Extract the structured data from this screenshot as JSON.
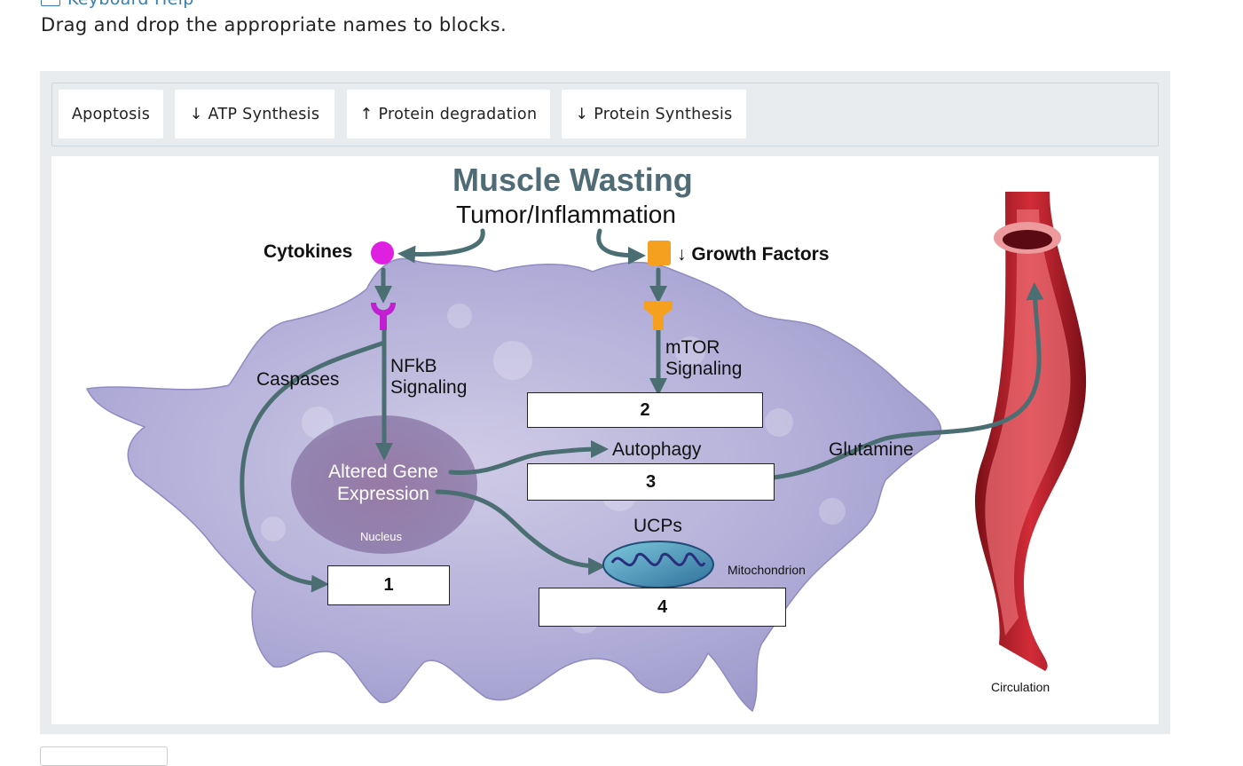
{
  "keyboard_help": "Keyboard Help",
  "instruction": "Drag and drop the appropriate names to blocks.",
  "choices": [
    "Apoptosis",
    "↓ ATP Synthesis",
    "↑ Protein degradation",
    "↓ Protein Synthesis"
  ],
  "figure": {
    "title": "Muscle Wasting",
    "subtitle": "Tumor/Inflammation",
    "labels": {
      "cytokines": "Cytokines",
      "growth_factors": "↓ Growth Factors",
      "caspases": "Caspases",
      "nfkb": "NFkB",
      "nfkb2": "Signaling",
      "mtor": "mTOR",
      "mtor2": "Signaling",
      "altered": "Altered Gene",
      "altered2": "Expression",
      "nucleus": "Nucleus",
      "autophagy": "Autophagy",
      "glutamine": "Glutamine",
      "ucps": "UCPs",
      "mitochondrion": "Mitochondrion",
      "circulation": "Circulation"
    },
    "blocks": [
      "1",
      "2",
      "3",
      "4"
    ]
  },
  "colors": {
    "arrow": "#4a6e72",
    "title": "#4f6b76",
    "cell": "#b7b6dc",
    "nucleus": "#8c6f9c",
    "vessel": "#c2202d",
    "cytokine": "#e020e0",
    "growth_factor": "#f6a020"
  }
}
